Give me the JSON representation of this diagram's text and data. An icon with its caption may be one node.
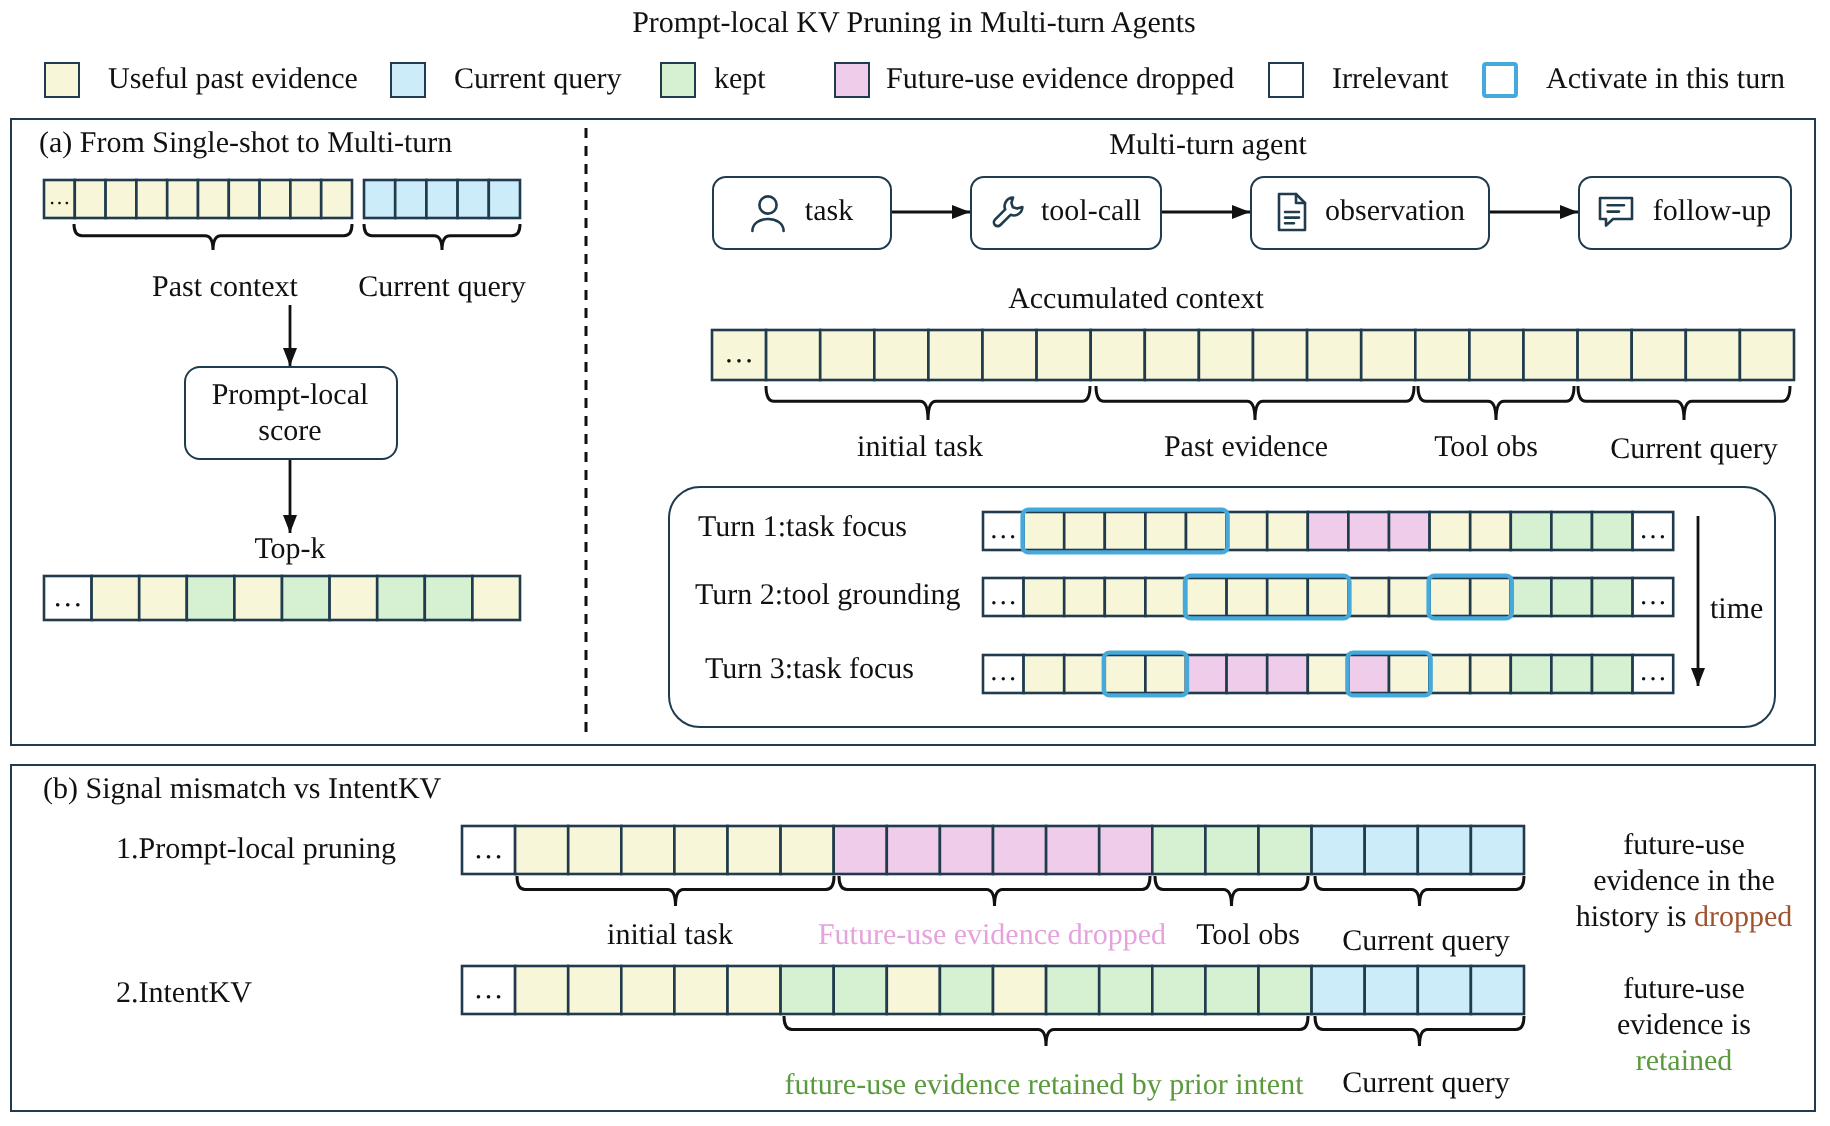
{
  "diagram": {
    "title": "Prompt-local KV Pruning in Multi-turn Agents",
    "nodes": [
      {
        "text": [
          "(a) From Single-shot to Multi-turn"
        ]
      },
      {
        "text": [
          "Past context"
        ],
        "in": 0
      },
      {
        "text": [
          "Prompt-local score"
        ],
        "in": 0
      },
      {
        "text": [
          "Top-k"
        ],
        "in": 0
      },
      {
        "text": [
          "task"
        ],
        "in": 0
      },
      {
        "text": [
          "tool-call"
        ],
        "in": 0
      },
      {
        "text": [
          "observation"
        ],
        "in": 0
      },
      {
        "text": [
          "follow-up"
        ],
        "in": 0
      },
      {
        "text": [
          "Turn 1:task focus",
          "Turn 2:tool grounding",
          "Turn 3:task focus",
          "time"
        ],
        "in": 0
      },
      {
        "text": [
          "(b) Signal mismatch vs IntentKV"
        ]
      }
    ],
    "edges": [
      {
        "from": 1,
        "to": 2,
        "arrow": "to"
      },
      {
        "from": 2,
        "to": 3,
        "arrow": "to"
      },
      {
        "from": 4,
        "to": 5,
        "arrow": "to"
      },
      {
        "from": 5,
        "to": 6,
        "arrow": "to"
      },
      {
        "from": 6,
        "to": 7,
        "arrow": "to"
      }
    ],
    "labels": [
      "…",
      "Current query",
      "…",
      "Multi-turn agent",
      "Accumulated context",
      "…",
      "initial task",
      "Past evidence",
      "Tool obs",
      "Current query",
      "…",
      "…",
      "…",
      "…",
      "…",
      "…",
      "1.Prompt-local pruning",
      "…",
      "future-use evidence in the history is dropped",
      "initial task",
      "Future-use evidence dropped",
      "Tool obs",
      "Current query",
      "2.IntentKV",
      "…",
      "future-use evidence is retained",
      "future-use evidence retained by prior intent",
      "Current query"
    ],
    "legend": [
      {
        "text": "Useful past evidence",
        "color": "#f7f6d8"
      },
      {
        "text": "Current query",
        "color": "#cdecfa"
      },
      {
        "text": "kept",
        "color": "#d6f0d2"
      },
      {
        "text": "Future-use evidence dropped",
        "color": "#efcdea"
      },
      {
        "text": "Irrelevant",
        "color": "#ffffff"
      },
      {
        "text": "Activate in this turn"
      }
    ]
  }
}
